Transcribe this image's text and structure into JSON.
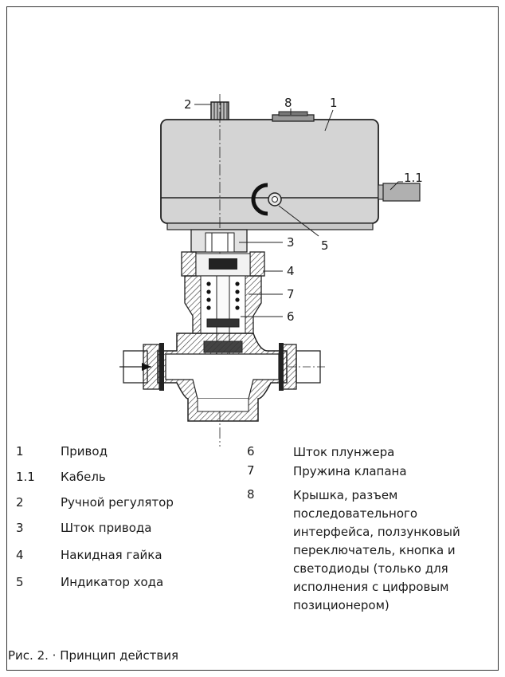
{
  "callouts": {
    "c1": "1",
    "c1_1": "1.1",
    "c2": "2",
    "c3": "3",
    "c4": "4",
    "c5": "5",
    "c6": "6",
    "c7": "7",
    "c8": "8"
  },
  "legend_left": [
    {
      "num": "1",
      "text": "Привод"
    },
    {
      "num": "1.1",
      "text": "Кабель"
    },
    {
      "num": "2",
      "text": "Ручной регулятор"
    },
    {
      "num": "3",
      "text": "Шток привода"
    },
    {
      "num": "4",
      "text": "Накидная гайка"
    },
    {
      "num": "5",
      "text": "Индикатор хода"
    }
  ],
  "legend_right": [
    {
      "num": "6",
      "text": "Шток плунжера"
    },
    {
      "num": "7",
      "text": "Пружина клапана"
    },
    {
      "num": "8",
      "text": "Крышка, разъем последовательного интерфейса, ползунковый переключатель, кнопка и светодиоды (только для исполнения с цифровым позиционером)"
    }
  ],
  "caption": "Рис. 2. · Принцип действия"
}
